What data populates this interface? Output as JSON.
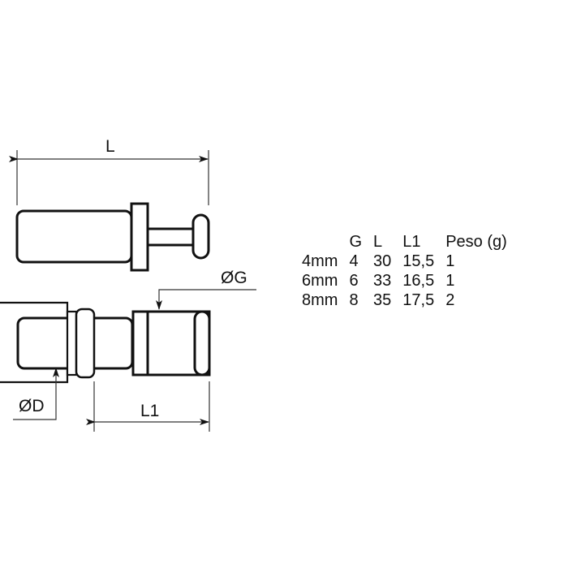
{
  "drawing": {
    "labels": {
      "L": "L",
      "L1": "L1",
      "G": "ØG",
      "D": "ØD"
    }
  },
  "table": {
    "headers": [
      "",
      "G",
      "L",
      "L1",
      "Peso (g)"
    ],
    "rows": [
      [
        "4mm",
        "4",
        "30",
        "15,5",
        "1"
      ],
      [
        "6mm",
        "6",
        "33",
        "16,5",
        "1"
      ],
      [
        "8mm",
        "8",
        "35",
        "17,5",
        "2"
      ]
    ]
  }
}
